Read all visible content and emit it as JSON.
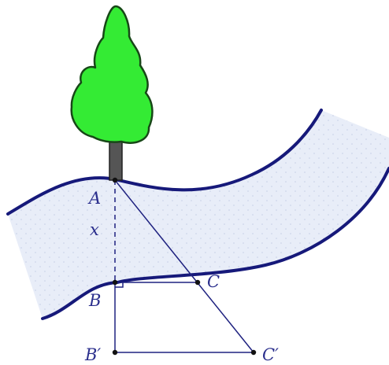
{
  "labels": {
    "A": "A",
    "x": "x",
    "B": "B",
    "C": "C",
    "B_prime": "B′",
    "C_prime": "C′"
  },
  "colors": {
    "river_fill": "#e8edf8",
    "river_dots": "#c6cfe6",
    "river_bank": "#16197a",
    "line": "#1f2280",
    "point": "#111111",
    "tree_green": "#34eb34",
    "tree_outline": "#174717",
    "trunk": "#555555"
  }
}
